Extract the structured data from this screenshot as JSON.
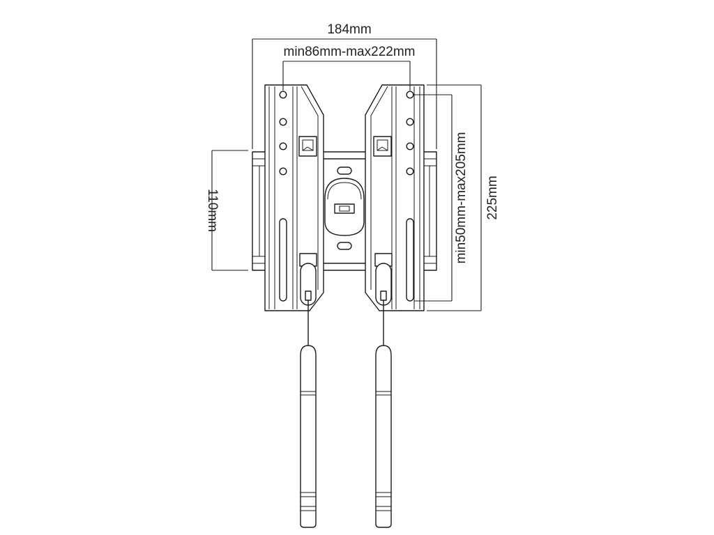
{
  "diagram": {
    "colors": {
      "line": "#1a1a1a",
      "text": "#222222",
      "background": "#ffffff"
    },
    "dimensions": {
      "overall_width": "184mm",
      "hole_spacing": "min86mm-max222mm",
      "wall_plate_height": "110mm",
      "vertical_hole_spacing": "min50mm-max205mm",
      "overall_height": "225mm"
    }
  }
}
